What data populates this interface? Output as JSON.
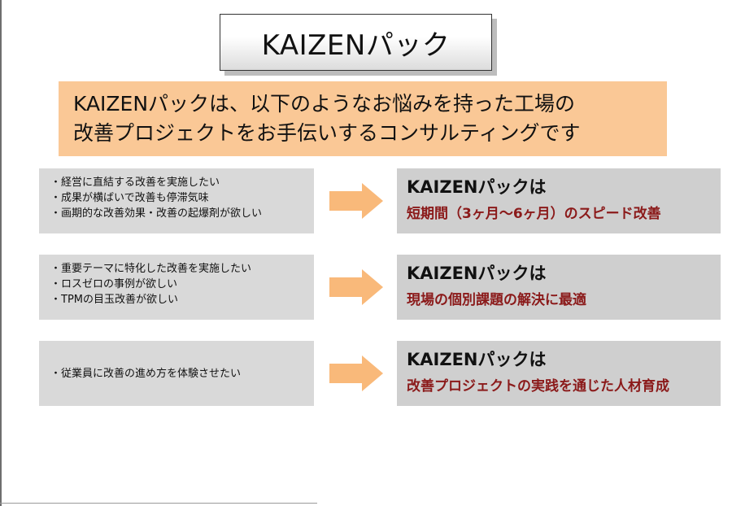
{
  "title": "KAIZENパック",
  "intro": {
    "line1": "KAIZENパックは、以下のようなお悩みを持った工場の",
    "line2": "改善プロジェクトをお手伝いするコンサルティングです"
  },
  "rows": [
    {
      "problems": [
        "・経営に直結する改善を実施したい",
        "・成果が横ばいで改善も停滞気味",
        "・画期的な改善効果・改善の起爆剤が欲しい"
      ],
      "heading": "KAIZENパックは",
      "solution": "短期間（3ヶ月～6ヶ月）のスピード改善"
    },
    {
      "problems": [
        "・重要テーマに特化した改善を実施したい",
        "・ロスゼロの事例が欲しい",
        "・TPMの目玉改善が欲しい"
      ],
      "heading": "KAIZENパックは",
      "solution": "現場の個別課題の解決に最適"
    },
    {
      "problems": [
        "・従業員に改善の進め方を体験させたい"
      ],
      "heading": "KAIZENパックは",
      "solution": "改善プロジェクトの実践を通じた人材育成"
    }
  ],
  "colors": {
    "intro_bg": "#fac896",
    "arrow": "#f9b97a",
    "problem_bg": "#d9d9d9",
    "solution_bg": "#cfcfcf",
    "solution_text": "#8b1a1a"
  },
  "icons": {
    "arrow": "right-arrow-icon"
  }
}
